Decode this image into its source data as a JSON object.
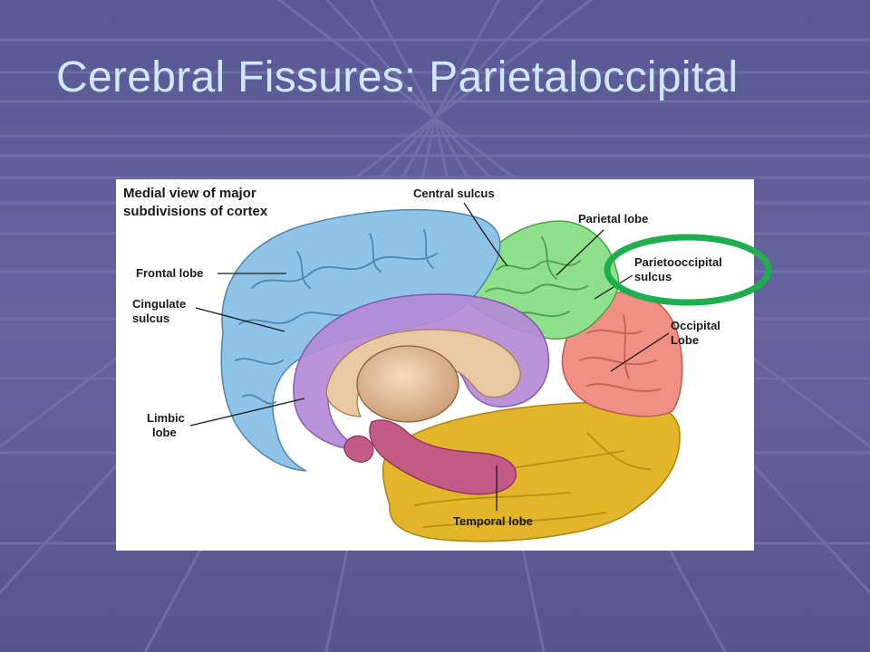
{
  "slide": {
    "title": "Cerebral Fissures:  Parietaloccipital"
  },
  "figure": {
    "caption_line1": "Medial view of major",
    "caption_line2": "subdivisions of cortex",
    "labels": {
      "central_sulcus": "Central sulcus",
      "parietal_lobe": "Parietal lobe",
      "frontal_lobe": "Frontal lobe",
      "parietooccipital_line1": "Parietooccipital",
      "parietooccipital_line2": "sulcus",
      "cingulate_line1": "Cingulate",
      "cingulate_line2": "sulcus",
      "occipital_line1": "Occipital",
      "occipital_line2": "Lobe",
      "limbic_line1": "Limbic",
      "limbic_line2": "lobe",
      "temporal_lobe": "Temporal lobe"
    }
  },
  "colors": {
    "background": "#5c5a98",
    "title": "#cfe7ff",
    "frontal": "#8fc3e8",
    "parietal": "#8fe08a",
    "occipital": "#f08f84",
    "temporal": "#e3b52a",
    "limbic": "#b58ad8",
    "brainstem": "#c45a86",
    "highlight_ring": "#1fae4f"
  }
}
